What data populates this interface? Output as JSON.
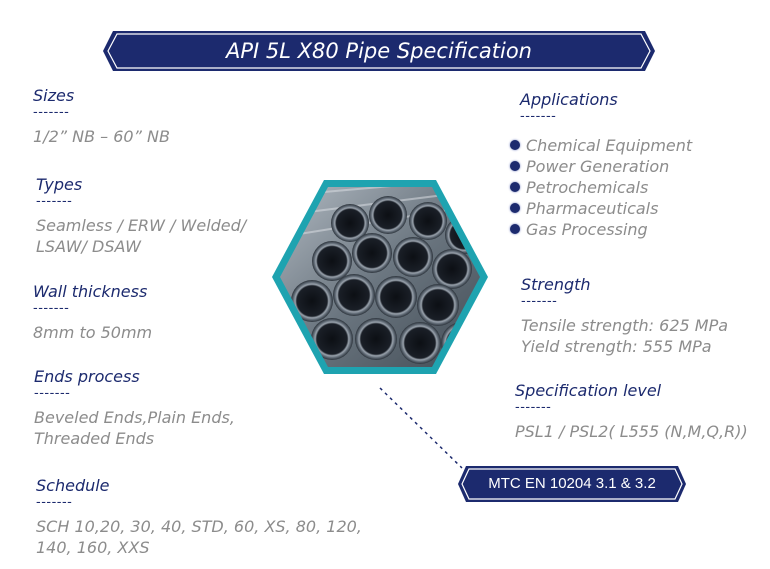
{
  "title": "API 5L X80 Pipe Specification",
  "left": [
    {
      "label": "Sizes",
      "dash": "-------",
      "lines": [
        "1/2” NB – 60” NB"
      ]
    },
    {
      "label": "Types",
      "dash": "-------",
      "lines": [
        "Seamless / ERW / Welded/",
        "LSAW/ DSAW"
      ]
    },
    {
      "label": "Wall thickness",
      "dash": "-------",
      "lines": [
        "8mm to 50mm"
      ]
    },
    {
      "label": "Ends process",
      "dash": "-------",
      "lines": [
        "Beveled Ends,Plain Ends,",
        "Threaded Ends"
      ]
    },
    {
      "label": "Schedule",
      "dash": "-------",
      "lines": [
        "SCH 10,20, 30, 40, STD, 60, XS, 80, 120,",
        "140, 160, XXS"
      ]
    }
  ],
  "applications": {
    "label": "Applications",
    "dash": "-------",
    "items": [
      "Chemical Equipment",
      "Power Generation",
      "Petrochemicals",
      "Pharmaceuticals",
      "Gas Processing"
    ]
  },
  "strength": {
    "label": "Strength",
    "dash": "-------",
    "lines": [
      "Tensile strength: 625 MPa",
      "Yield strength: 555 MPa"
    ]
  },
  "spec_level": {
    "label": "Specification level",
    "dash": "-------",
    "lines": [
      "PSL1 / PSL2( L555 (N,M,Q,R))"
    ]
  },
  "mtc": "MTC EN 10204 3.1 & 3.2",
  "colors": {
    "navy": "#1c2a6e",
    "teal": "#1ea3b0",
    "gray_text": "#8c8c8c"
  },
  "image": {
    "name": "steel-pipes-stack-image"
  }
}
